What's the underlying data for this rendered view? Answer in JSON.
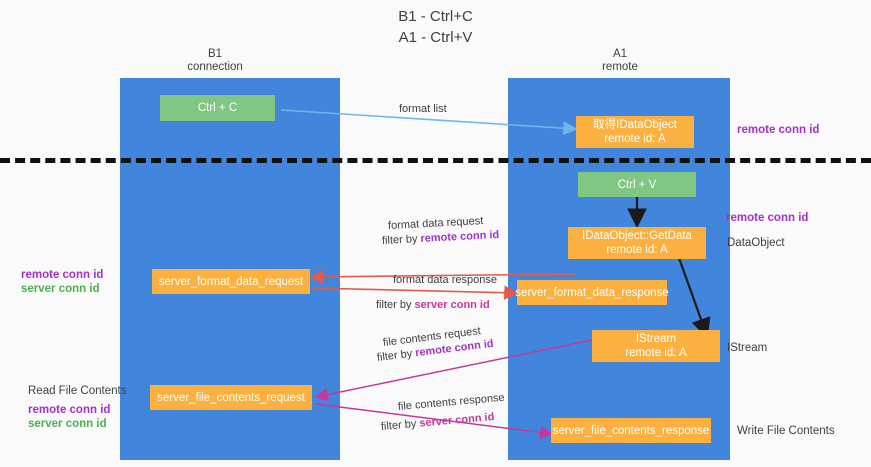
{
  "diagram": {
    "title_line1": "B1 - Ctrl+C",
    "title_line2": "A1 - Ctrl+V",
    "lanes": [
      {
        "name": "B1",
        "sub": "connection"
      },
      {
        "name": "A1",
        "sub": "remote"
      }
    ],
    "colors": {
      "lane": "#4285dc",
      "orange_box": "#fbb040",
      "green_box": "#81c784",
      "purple_text": "#a333c8",
      "green_text": "#4caf50",
      "magenta_text": "#c3399b",
      "divider": "#111111",
      "arrow_blue": "#6fb7e8",
      "arrow_red": "#e8584a",
      "arrow_black": "#1a1a1a",
      "arrow_magenta": "#c3399b"
    },
    "boxes": {
      "ctrl_c": "Ctrl + C",
      "ctrl_v": "Ctrl + V",
      "get_dataobject_line1": "取得IDataObject",
      "get_dataobject_line2": "remote id: A",
      "getdata_line1": "IDataObject::GetData",
      "getdata_line2": "remote id: A",
      "istream_line1": "IStream",
      "istream_line2": "remote id: A",
      "server_format_data_request": "server_format_data_request",
      "server_format_data_response": "server_format_data_response",
      "server_file_contents_request": "server_file_contents_request",
      "server_file_contents_response": "server_file_contents_response"
    },
    "arrow_labels": {
      "format_list": "format list",
      "format_data_request": "format data request",
      "format_data_request_filter_prefix": "filter by ",
      "format_data_request_filter_key": "remote conn id",
      "format_data_response": "format data response",
      "format_data_response_filter_prefix": "filter by ",
      "format_data_response_filter_key": "server conn id",
      "file_contents_request": "file contents request",
      "file_contents_request_filter_prefix": "filter by ",
      "file_contents_request_filter_key": "remote conn id",
      "file_contents_response": "file contents response",
      "file_contents_response_filter_prefix": "filter by ",
      "file_contents_response_filter_key": "server conn id"
    },
    "right_notes": {
      "remote_conn_id_top": "remote conn id",
      "remote_conn_id_mid": "remote conn id",
      "dataobject": "DataObject",
      "istream": "IStream",
      "write_file_contents": "Write File Contents"
    },
    "left_notes": {
      "remote_conn_id_mid": "remote conn id",
      "server_conn_id_mid": "server conn id",
      "read_file_contents": "Read File Contents",
      "remote_conn_id_bottom": "remote conn id",
      "server_conn_id_bottom": "server conn id"
    }
  }
}
